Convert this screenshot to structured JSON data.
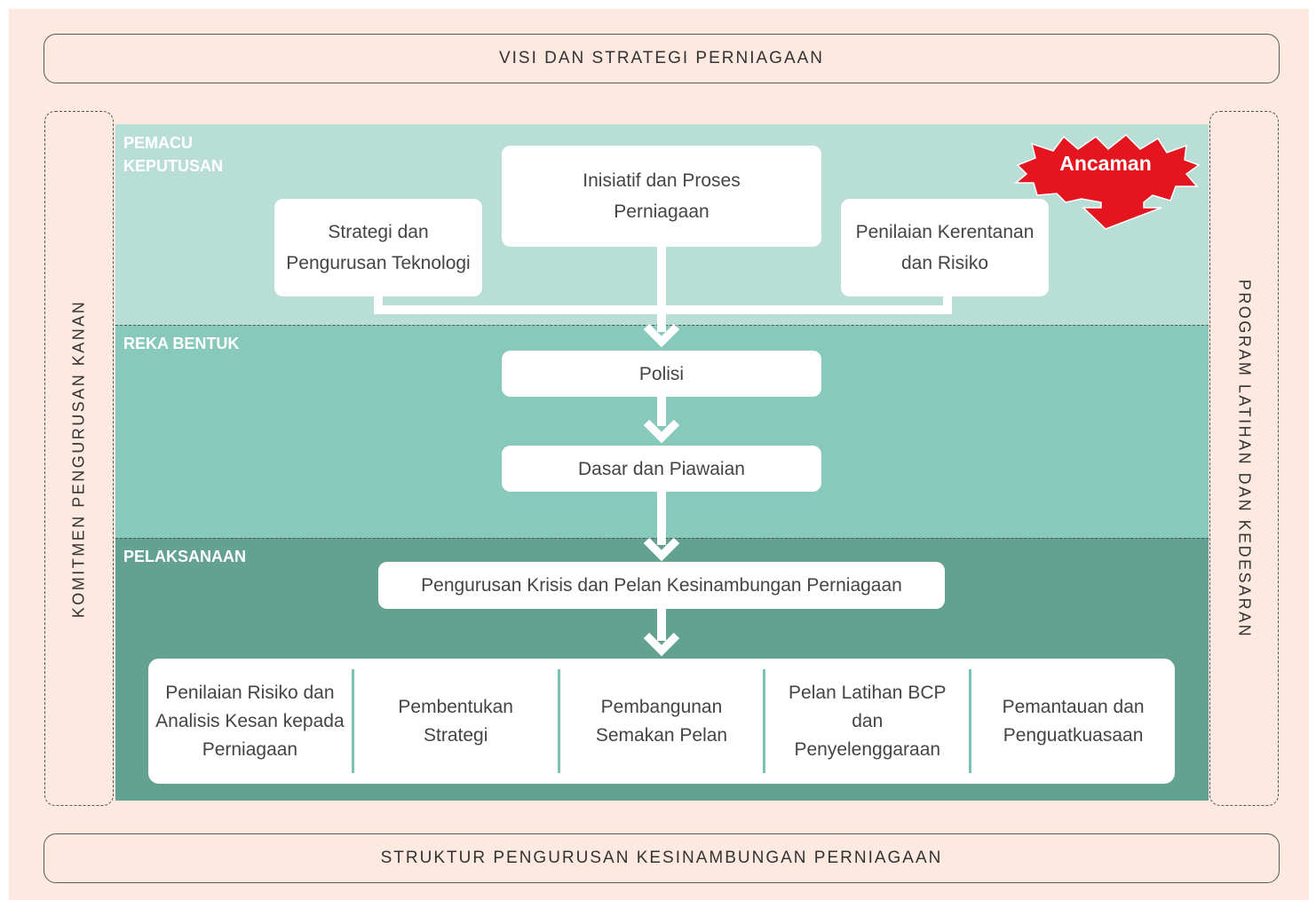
{
  "top_bar": "VISI DAN STRATEGI PERNIAGAAN",
  "bottom_bar": "STRUKTUR PENGURUSAN KESINAMBUNGAN PERNIAGAAN",
  "left_side": "KOMITMEN PENGURUSAN KANAN",
  "right_side": "PROGRAM LATIHAN DAN KEDESARAN",
  "colors": {
    "page_bg": "#fde9e0",
    "band1": "#b9ded6",
    "band2": "#87c9bb",
    "band3": "#63a291",
    "threat": "#e4151e",
    "arrow": "#ffffff"
  },
  "bands": {
    "band1_label": "PEMACU KEPUTUSAN",
    "band2_label": "REKA BENTUK",
    "band3_label": "PELAKSANAAN"
  },
  "threat": {
    "label": "Ancaman",
    "icon": "burst-arrow-down-icon"
  },
  "boxes": {
    "initiative": "Inisiatif dan Proses Perniagaan",
    "tech_strategy": "Strategi dan Pengurusan Teknologi",
    "risk_assessment": "Penilaian Kerentanan dan Risiko",
    "policy": "Polisi",
    "standards": "Dasar dan Piawaian",
    "crisis": "Pengurusan Krisis dan Pelan Kesinambungan Perniagaan"
  },
  "steps": [
    "Penilaian Risiko dan Analisis Kesan kepada Perniagaan",
    "Pembentukan Strategi",
    "Pembangunan Semakan Pelan",
    "Pelan Latihan BCP dan Penyelenggaraan",
    "Pemantauan dan Penguatkuasaan"
  ]
}
